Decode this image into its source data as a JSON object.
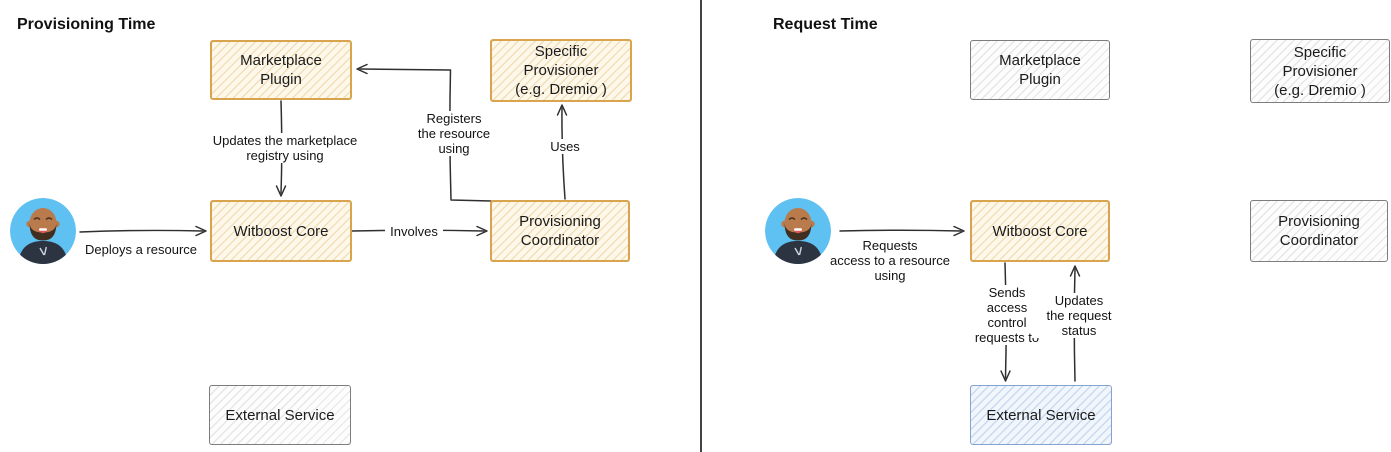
{
  "diagram": {
    "left": {
      "title": "Provisioning Time",
      "nodes": {
        "marketplace_plugin": "Marketplace\nPlugin",
        "specific_provisioner": "Specific\nProvisioner\n(e.g. Dremio )",
        "witboost_core": "Witboost Core",
        "provisioning_coordinator": "Provisioning\nCoordinator",
        "external_service": "External Service"
      },
      "edges": {
        "deploys": "Deploys a resource",
        "updates_registry": "Updates the marketplace\nregistry using",
        "involves": "Involves",
        "registers": "Registers\nthe resource\nusing",
        "uses": "Uses"
      }
    },
    "right": {
      "title": "Request Time",
      "nodes": {
        "marketplace_plugin": "Marketplace\nPlugin",
        "specific_provisioner": "Specific\nProvisioner\n(e.g. Dremio )",
        "witboost_core": "Witboost Core",
        "provisioning_coordinator": "Provisioning\nCoordinator",
        "external_service": "External Service"
      },
      "edges": {
        "requests": "Requests\naccess to a resource\nusing",
        "sends": "Sends\naccess\ncontrol\nrequests to",
        "updates_status": "Updates\nthe request\nstatus"
      }
    },
    "colors": {
      "active_box_border": "#D8A54E",
      "active_box_fill": "#FEFAEE",
      "inactive_box_border": "#7d7d7d",
      "inactive_box_fill": "#FDFDFD",
      "highlight_box_border": "#84A3D0",
      "highlight_box_fill": "#F1F6FC",
      "arrow": "#2F2F2F",
      "avatar_background": "#5EC1F2"
    }
  }
}
